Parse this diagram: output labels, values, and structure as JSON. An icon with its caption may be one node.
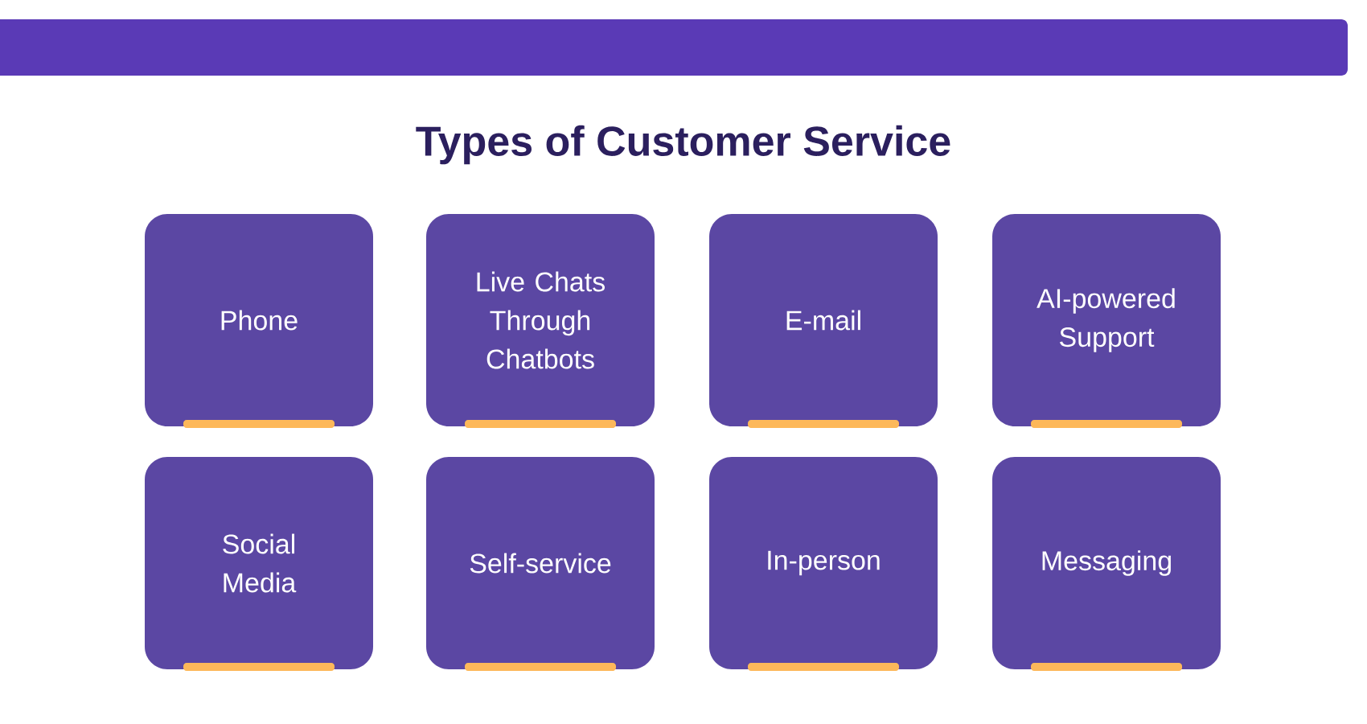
{
  "diagram": {
    "title": "Types of Customer Service",
    "nodes": [
      {
        "text": [
          "Phone"
        ]
      },
      {
        "text": [
          "Live Chats Through Chatbots"
        ]
      },
      {
        "text": [
          "E-mail"
        ]
      },
      {
        "text": [
          "AI-powered Support"
        ]
      },
      {
        "text": [
          "Social Media"
        ]
      },
      {
        "text": [
          "Self-service"
        ]
      },
      {
        "text": [
          "In-person"
        ]
      },
      {
        "text": [
          "Messaging"
        ]
      }
    ]
  }
}
